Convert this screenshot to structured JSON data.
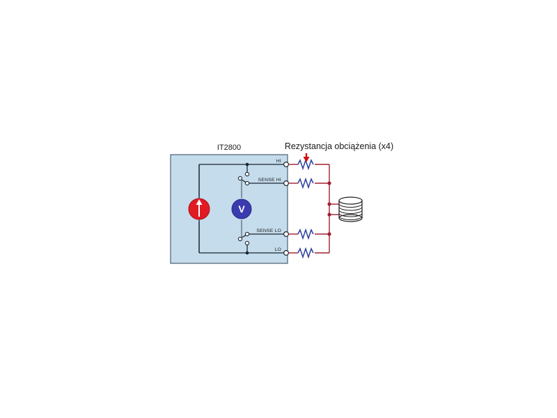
{
  "diagram": {
    "title": "IT2800",
    "load_label": "Rezystancja obciążenia (x4)",
    "terminals": [
      {
        "id": "hi",
        "label": "HI"
      },
      {
        "id": "sense-hi",
        "label": "SENSE HI"
      },
      {
        "id": "sense-lo",
        "label": "SENSE LO"
      },
      {
        "id": "lo",
        "label": "LO"
      }
    ],
    "symbols": {
      "current_source": "current-source-arrow",
      "voltmeter_letter": "V",
      "load_arrow": "down-arrow",
      "dut": "coil"
    },
    "colors": {
      "panel_fill": "#c5dcec",
      "panel_border": "#4a5f72",
      "wire_internal": "#1a2530",
      "wire_external": "#a02030",
      "resistor": "#2b3f9e",
      "source_red": "#e01b24",
      "meter_blue": "#3b3bb0",
      "arrow_red": "#cc1111",
      "background": "#ffffff",
      "text": "#1a1a1a"
    }
  }
}
